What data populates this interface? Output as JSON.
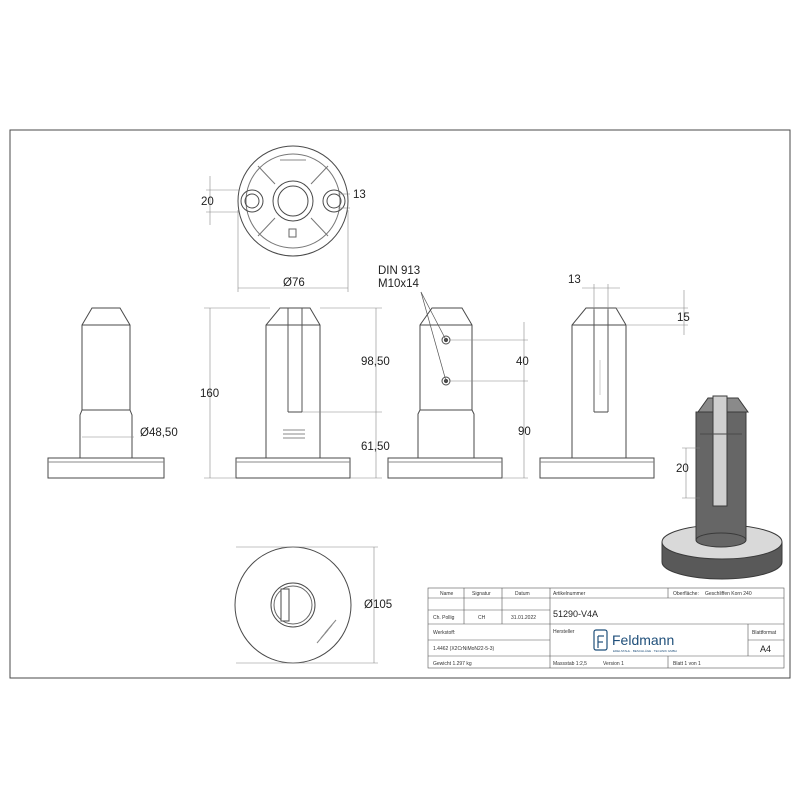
{
  "dimensions": {
    "top_view_width": "20",
    "top_view_slot": "13",
    "top_view_diameter": "Ø76",
    "height_total": "160",
    "diameter_post": "Ø48,50",
    "height_upper": "98,50",
    "height_lower": "61,50",
    "screw_spec_line1": "DIN 913",
    "screw_spec_line2": "M10x14",
    "hole_spacing": "40",
    "hole_height": "90",
    "slot_width": "13",
    "slot_depth": "15",
    "iso_height": "20",
    "base_diameter": "Ø105"
  },
  "title_block": {
    "col_name": "Name",
    "col_signature": "Signatur",
    "col_date": "Datum",
    "row_name": "Ch. Pollig",
    "row_signature": "CH",
    "row_date": "31.01.2022",
    "article_label": "Artikelnummer",
    "article_number": "51290-V4A",
    "surface_label": "Oberfläche:",
    "surface_value": "Geschliffen Korn 240",
    "material_label": "Werkstoff:",
    "material_value": "1.4462 (X2CrNiMoN22-5-3)",
    "manufacturer_label": "Hersteller",
    "company": "Feldmann",
    "company_tagline": "EDELSTAHL · BESCHLÄGE · TECHNIK GMBH",
    "sheet_format_label": "Blattformat",
    "sheet_format": "A4",
    "weight": "Gewicht 1.297 kg",
    "scale": "Massstab 1:2,5",
    "version": "Version 1",
    "sheet": "Blatt 1 von 1"
  },
  "colors": {
    "line": "#4a4a4a",
    "accent": "#1f4f7a",
    "iso_dark": "#595959",
    "iso_light": "#d9d9d9"
  }
}
